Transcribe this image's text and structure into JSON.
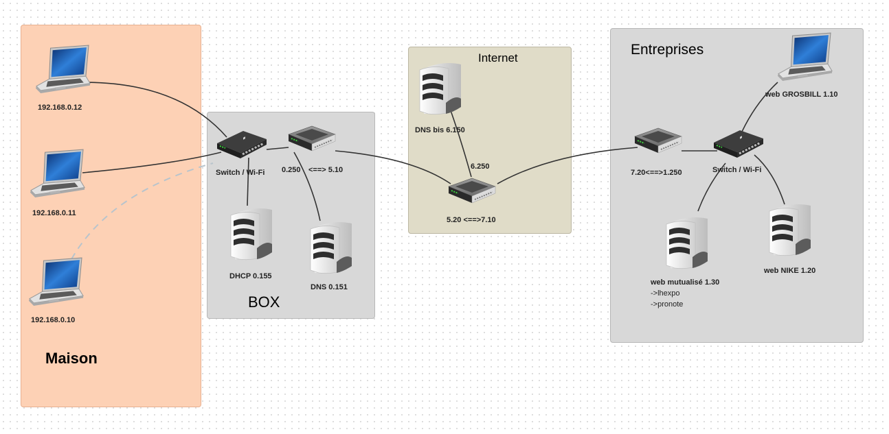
{
  "zones": {
    "maison": "Maison",
    "box": "BOX",
    "internet": "Internet",
    "entreprises": "Entreprises"
  },
  "devices": {
    "laptop_1": "192.168.0.12",
    "laptop_2": "192.168.0.11",
    "laptop_3": "192.168.0.10",
    "box_switch": "Switch / Wi-Fi",
    "box_router_left": "0.250",
    "box_router_right": "<==> 5.10",
    "dhcp_server": "DHCP 0.155",
    "dns_server": "DNS 0.151",
    "dns_bis_server": "DNS bis 6.150",
    "internet_router_top": "6.250",
    "internet_router_bottom": "5.20 <==>7.10",
    "ent_router": "7.20<==>1.250",
    "ent_switch": "Switch / Wi-Fi",
    "web_grosbill": "web GROSBILL 1.10",
    "web_mutualise": "web mutualisé 1.30",
    "web_mutualise_sub1": "->lhexpo",
    "web_mutualise_sub2": "->pronote",
    "web_nike": "web NIKE 1.20"
  },
  "colors": {
    "maison_zone": "#fdd1b5",
    "box_zone": "#d8d8d8",
    "internet_zone": "#e0dcc8",
    "entreprises_zone": "#d8d8d8",
    "link": "#333333",
    "wifi_link": "#b8c4cc",
    "screen": "#1f5aa6"
  },
  "icons": {
    "laptop": "laptop-icon",
    "switch": "network-switch-icon",
    "router": "router-icon",
    "server": "server-icon"
  }
}
